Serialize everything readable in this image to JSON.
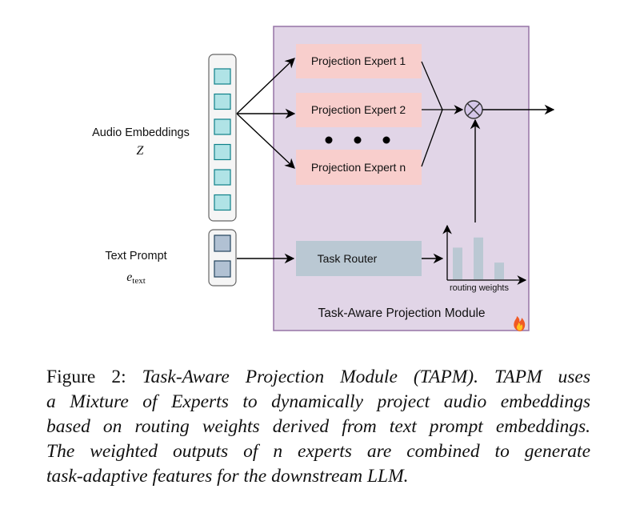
{
  "module": {
    "title": "Task-Aware Projection Module",
    "fill_color": "#e1d5e7",
    "border_color": "#9673a6",
    "flame_icon": "flame-icon"
  },
  "experts": [
    {
      "label": "Projection Expert 1"
    },
    {
      "label": "Projection Expert 2"
    },
    {
      "label": "Projection Expert n"
    }
  ],
  "expert_color": "#f8cecc",
  "router": {
    "label": "Task Router",
    "color": "#bac8d3"
  },
  "routing_chart": {
    "label": "routing weights",
    "bar_color": "#bac8d3",
    "bars": [
      0.72,
      0.95,
      0.38
    ]
  },
  "inputs": {
    "audio": {
      "label": "Audio Embeddings",
      "symbol": "Z",
      "token_count": 6,
      "token_color": "#b0e3e6",
      "token_border": "#0e8088"
    },
    "text": {
      "label": "Text Prompt",
      "symbol": "e",
      "symbol_sub": "text",
      "token_count": 2,
      "token_color": "#b1c1d3",
      "token_border": "#23445d"
    }
  },
  "combine_icon": "multiply-circle-icon",
  "caption": {
    "lines": [
      {
        "prefix": "Figure 2: ",
        "italic": "Task-Aware Projection Module (TAPM). TAPM uses"
      },
      {
        "prefix": "",
        "italic": "a Mixture of Experts to dynamically project audio embeddings"
      },
      {
        "prefix": "",
        "italic": "based on routing weights derived from text prompt embeddings."
      },
      {
        "prefix": "",
        "italic": "The weighted outputs of n experts are combined to generate"
      },
      {
        "prefix": "",
        "italic": "task-adaptive features for the downstream LLM."
      }
    ]
  }
}
